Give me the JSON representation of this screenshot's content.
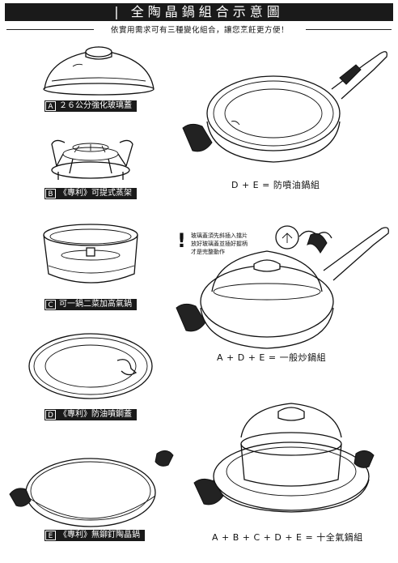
{
  "header": {
    "title": "| 全陶晶鍋組合示意圖",
    "subtitle": "依實用需求可有三種變化組合，讓您烹飪更方便！"
  },
  "items": [
    {
      "letter": "A",
      "label": "２６公分強化玻璃蓋"
    },
    {
      "letter": "B",
      "label": "《專利》可提式蒸架"
    },
    {
      "letter": "C",
      "label": "可一鍋二菜加高氣鍋"
    },
    {
      "letter": "D",
      "label": "《專利》防油噴鋼蓋"
    },
    {
      "letter": "E",
      "label": "《專利》無鉚釘陶晶鍋"
    }
  ],
  "combos": [
    {
      "label": "D + E = 防噴油鍋組"
    },
    {
      "label": "A + D + E = 一般炒鍋組"
    },
    {
      "label": "A + B + C + D + E = 十全氣鍋組"
    }
  ],
  "note": {
    "mark": "!",
    "lines": [
      "玻璃蓋須先斜插入擋片",
      "放好玻璃蓋並插好握柄",
      "才是完整動作"
    ]
  }
}
